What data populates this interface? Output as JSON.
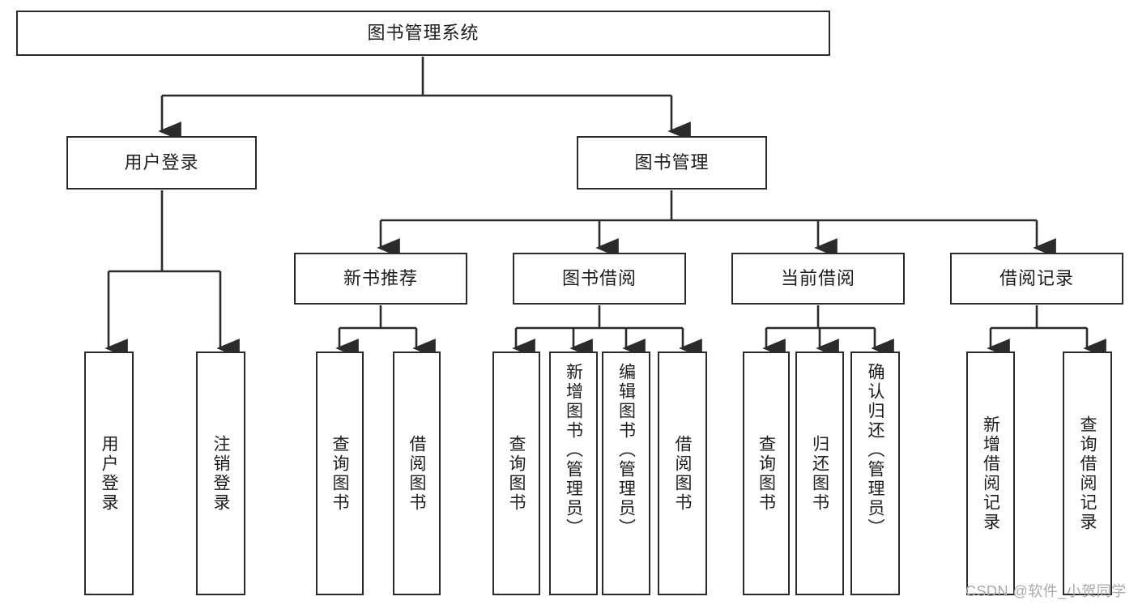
{
  "diagram": {
    "title": "图书管理系统",
    "type": "hierarchy-tree",
    "line_color": "#2b2b2b",
    "box_fill": "#ffffff",
    "text_color": "#1d1d1d",
    "watermark": "CSDN @软件_小贺同学"
  },
  "nodes": {
    "root": {
      "label": "图书管理系统"
    },
    "level2": [
      {
        "label": "用户登录"
      },
      {
        "label": "图书管理"
      }
    ],
    "level3": [
      {
        "label": "新书推荐"
      },
      {
        "label": "图书借阅"
      },
      {
        "label": "当前借阅"
      },
      {
        "label": "借阅记录"
      }
    ],
    "leaves_user_login": [
      {
        "label": "用户登录"
      },
      {
        "label": "注销登录"
      }
    ],
    "leaves_new_book": [
      {
        "label": "查询图书"
      },
      {
        "label": "借阅图书"
      }
    ],
    "leaves_borrow": [
      {
        "label": "查询图书"
      },
      {
        "label": "新增图书（管理员）"
      },
      {
        "label": "编辑图书（管理员）"
      },
      {
        "label": "借阅图书"
      }
    ],
    "leaves_current": [
      {
        "label": "查询图书"
      },
      {
        "label": "归还图书"
      },
      {
        "label": "确认归还（管理员）"
      }
    ],
    "leaves_records": [
      {
        "label": "新增借阅记录"
      },
      {
        "label": "查询借阅记录"
      }
    ]
  }
}
